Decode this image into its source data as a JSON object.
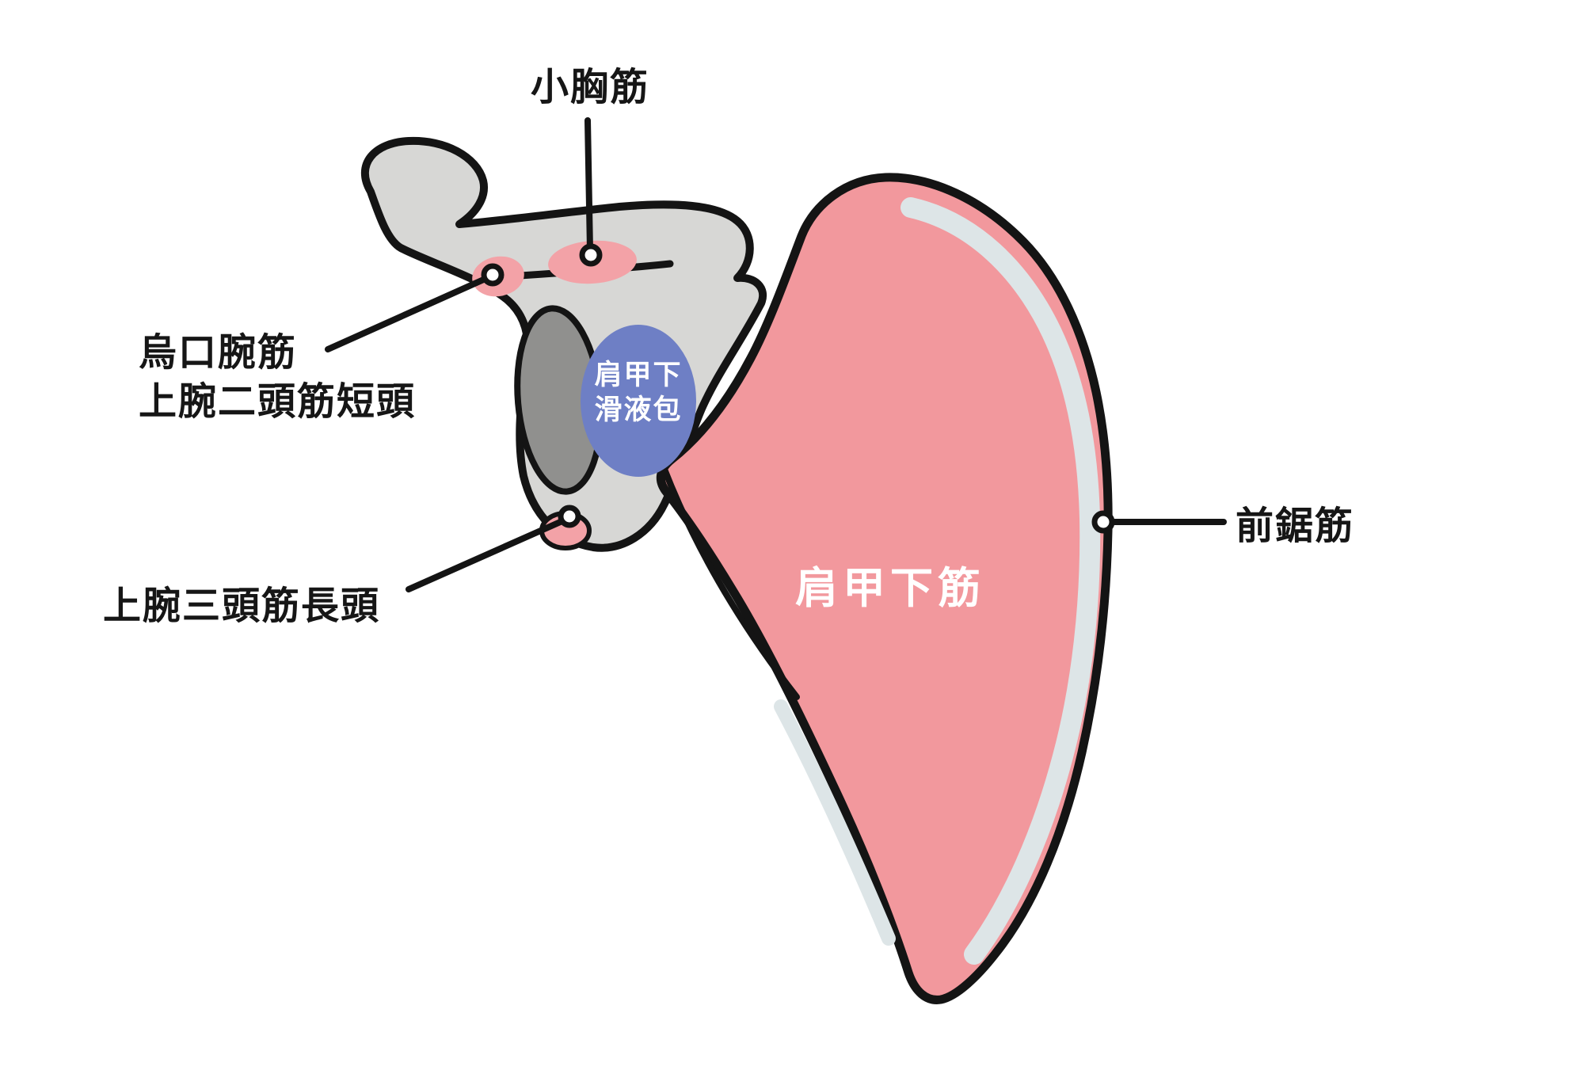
{
  "canvas": {
    "width": "2000",
    "height": "1356"
  },
  "colors": {
    "background": "#ffffff",
    "outline": "#141414",
    "bone_gray": "#d7d7d5",
    "glenoid_gray": "#90908e",
    "muscle_pink": "#f2989d",
    "attachment_pink": "#f3a2a7",
    "border_band": "#dde5e7",
    "bursa_blue": "#6e7fc5",
    "dot_fill": "#ffffff",
    "label_text": "#161616",
    "muscle_label_text": "#ffffff"
  },
  "annotations": {
    "pectoralis_minor": {
      "text": "小胸筋"
    },
    "coracobrachialis": {
      "line1": "烏口腕筋",
      "line2": "上腕二頭筋短頭"
    },
    "triceps_long_head": {
      "text": "上腕三頭筋長頭"
    },
    "serratus_anterior": {
      "text": "前鋸筋"
    },
    "subscapularis": {
      "text": "肩甲下筋"
    },
    "subscapular_bursa": {
      "line1": "肩甲下",
      "line2": "滑液包"
    }
  }
}
